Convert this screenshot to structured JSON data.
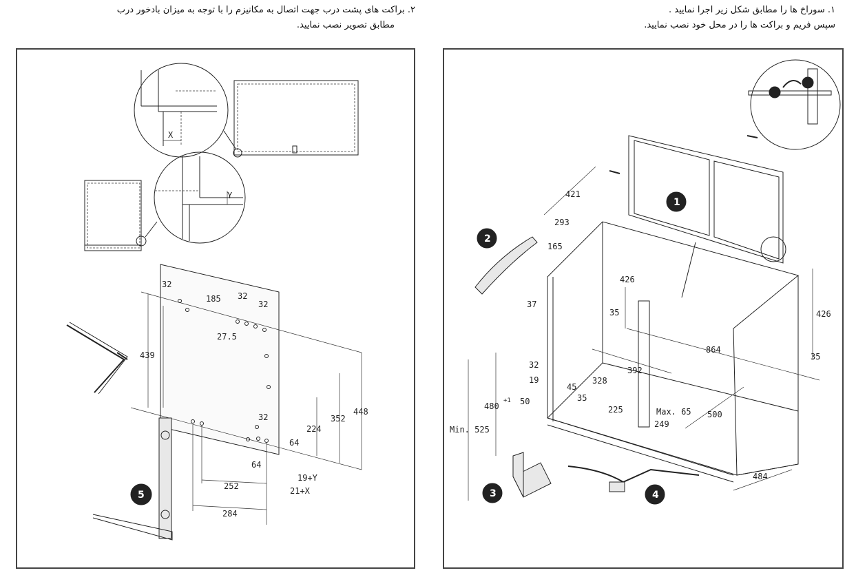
{
  "instructions": {
    "left": {
      "line1": "۲.  براکت های پشت درب جهت اتصال به مکانیزم را با توجه به میزان بادخور درب",
      "line2": "مطابق تصویر نصب نمایید."
    },
    "right": {
      "line1": "۱. سوراخ ها را مطابق شکل زیر اجرا نمایید .",
      "line2": "سپس فریم و براکت ها را در محل خود نصب نمایید."
    }
  },
  "left_drawing": {
    "callout_x": "X",
    "callout_y": "Y",
    "dims": {
      "d32a": "32",
      "d185": "185",
      "d32b": "32",
      "d32c": "32",
      "d27_5": "27.5",
      "d439": "439",
      "d448": "448",
      "d352": "352",
      "d224": "224",
      "d32d": "32",
      "d64a": "64",
      "d64b": "64",
      "d19y": "19+Y",
      "d21x": "21+X",
      "d252": "252",
      "d284": "284"
    },
    "step_label": "5"
  },
  "right_drawing": {
    "dims": {
      "d421": "421",
      "d293": "293",
      "d165": "165",
      "d37": "37",
      "d426a": "426",
      "d426b": "426",
      "d35a": "35",
      "d35b": "35",
      "d864": "864",
      "d392": "392",
      "d328": "328",
      "d32": "32",
      "d19": "19",
      "d45": "45",
      "d35c": "35",
      "d480": "480",
      "dplus1": "+1",
      "d50": "50",
      "d225": "225",
      "dmax65": "Max. 65",
      "d249": "249",
      "d500": "500",
      "dmin525": "Min. 525",
      "d484": "484"
    },
    "step_labels": [
      "1",
      "2",
      "3",
      "4"
    ]
  }
}
